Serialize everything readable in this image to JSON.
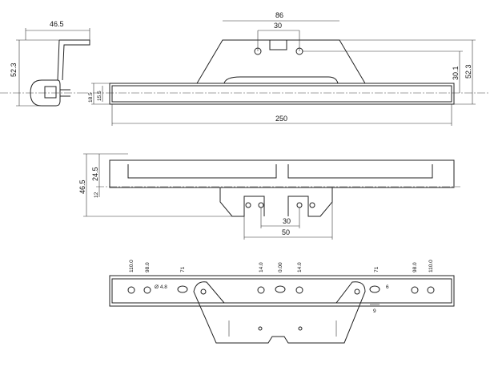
{
  "top_view": {
    "side_width": "46.5",
    "side_height": "52.3",
    "bracket_width": "86",
    "hole_spacing": "30",
    "hole_height": "30.1",
    "total_height": "52.3",
    "outer_height": "18.5",
    "inner_height": "15.5",
    "length": "250"
  },
  "middle_view": {
    "height_total": "46.5",
    "height_upper": "24.5",
    "height_lower": "12",
    "hole_spacing": "30",
    "bracket_width": "50"
  },
  "bottom_view": {
    "labels": [
      "110.0",
      "98.0",
      "71",
      "14.0",
      "0.00",
      "14.0",
      "71",
      "98.0",
      "110.0"
    ],
    "hole_diameter": "Ø 4.8",
    "slot_height": "6",
    "slot_width": "9"
  }
}
